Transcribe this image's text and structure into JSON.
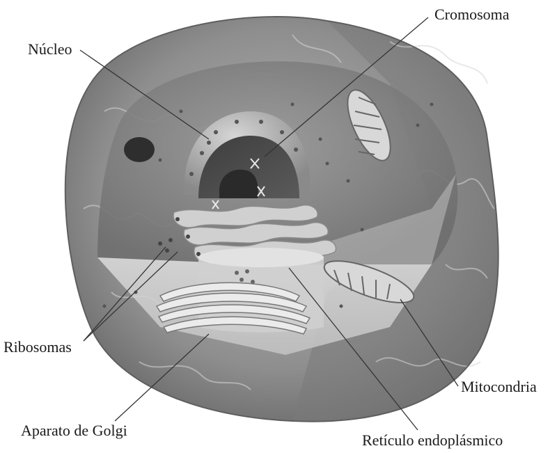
{
  "labels": {
    "nucleo": "Núcleo",
    "cromosoma": "Cromosoma",
    "ribosomas": "Ribosomas",
    "golgi": "Aparato de Golgi",
    "reticulo": "Retículo endoplásmico",
    "mitocondria": "Mitocondria"
  }
}
